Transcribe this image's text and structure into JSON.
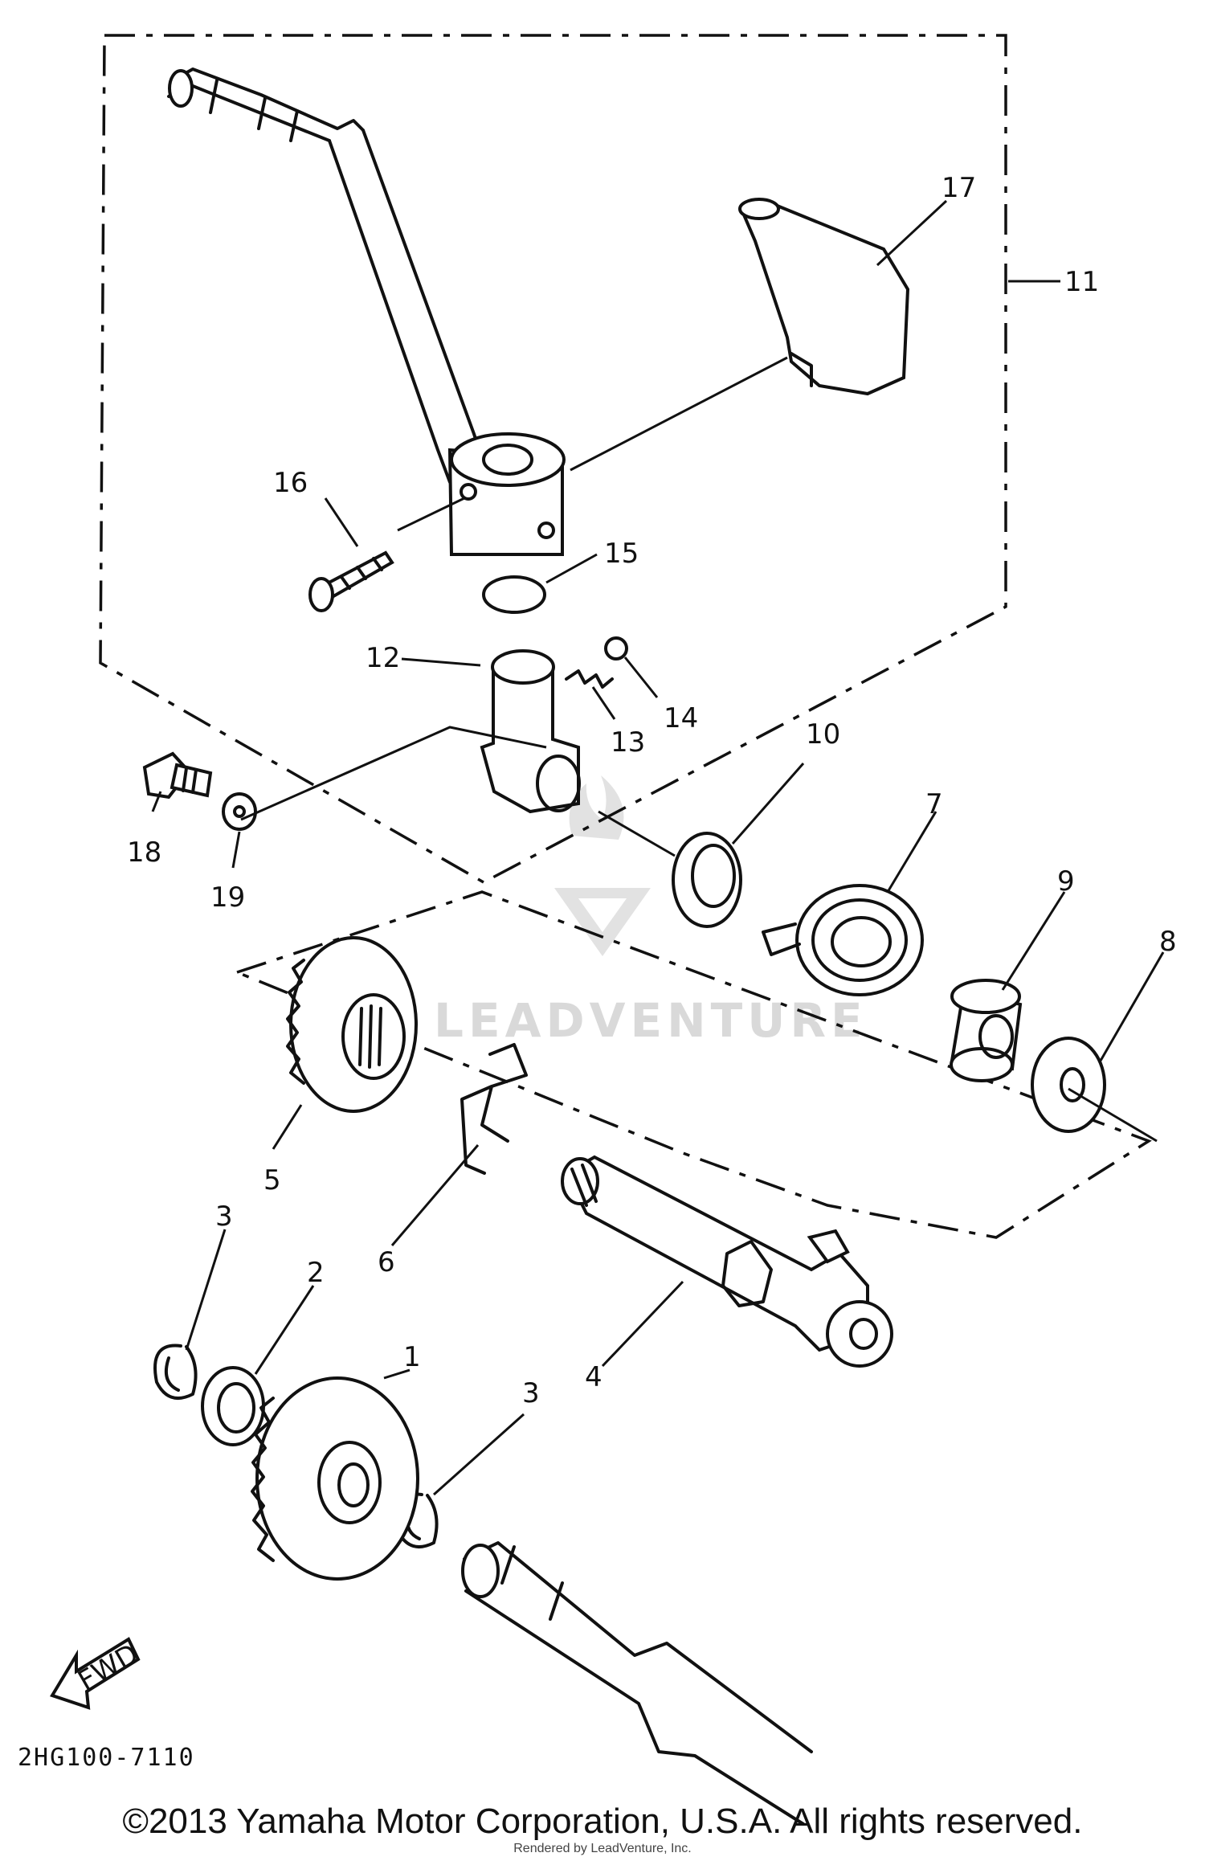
{
  "diagram": {
    "callouts": {
      "p1": "1",
      "p2": "2",
      "p3a": "3",
      "p3b": "3",
      "p4": "4",
      "p5": "5",
      "p6": "6",
      "p7": "7",
      "p8": "8",
      "p9": "9",
      "p10": "10",
      "p11": "11",
      "p12": "12",
      "p13": "13",
      "p14": "14",
      "p15": "15",
      "p16": "16",
      "p17": "17",
      "p18": "18",
      "p19": "19"
    },
    "fwd_label": "FWD",
    "drawing_code": "2HG100-7110"
  },
  "watermark": {
    "brand": "LEADVENTURE"
  },
  "footer": {
    "copyright": "©2013 Yamaha Motor Corporation, U.S.A. All rights reserved.",
    "render_credit": "Rendered by LeadVenture, Inc."
  },
  "colors": {
    "ink": "#111111",
    "background": "#ffffff",
    "watermark": "#d9d9d9"
  }
}
